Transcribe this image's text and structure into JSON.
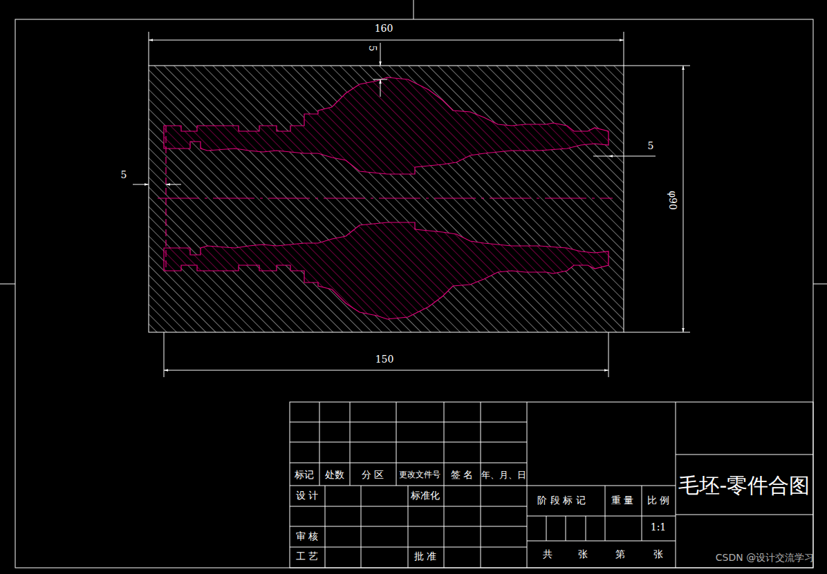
{
  "diagram": {
    "title": "毛坯-零件合图",
    "labels": [
      "160",
      "5",
      "5",
      "5",
      "φ90",
      "150",
      "标记",
      "处数",
      "分 区",
      "更改文件号",
      "签 名",
      "年、月、日",
      "设 计",
      "标准化",
      "审 核",
      "工 艺",
      "批 准",
      "阶 段 标 记",
      "重 量",
      "比 例",
      "1:1",
      "共",
      "张",
      "第",
      "张",
      "CSDN @设计交流学习"
    ]
  }
}
